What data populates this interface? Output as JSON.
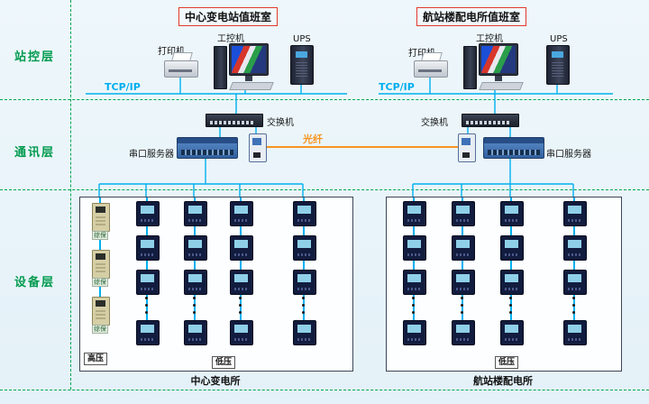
{
  "layers": {
    "station": "站控层",
    "comm": "通讯层",
    "device": "设备层"
  },
  "left_room": {
    "title": "中心变电站值班室",
    "printer_label": "打印机",
    "pc_label": "工控机",
    "ups_label": "UPS",
    "tcpip_label": "TCP/IP",
    "switch_label": "交换机",
    "serial_server_label": "串口服务器"
  },
  "right_room": {
    "title": "航站楼配电所值班室",
    "printer_label": "打印机",
    "pc_label": "工控机",
    "ups_label": "UPS",
    "tcpip_label": "TCP/IP",
    "switch_label": "交换机",
    "serial_server_label": "串口服务器"
  },
  "fiber_label": "光纤",
  "left_panel": {
    "relay_label": "综保",
    "relay_count": 3,
    "meter_columns": 4,
    "meter_rows": 3,
    "hv_label": "高压",
    "lv_label": "低压",
    "caption": "中心变电所"
  },
  "right_panel": {
    "meter_columns": 4,
    "meter_rows": 3,
    "lv_label": "低压",
    "caption": "航站楼配电所"
  },
  "colors": {
    "line": "#00b0f0",
    "fiber": "#f7941d",
    "layer_green": "#009a4e",
    "title_border": "#e23a2e"
  }
}
